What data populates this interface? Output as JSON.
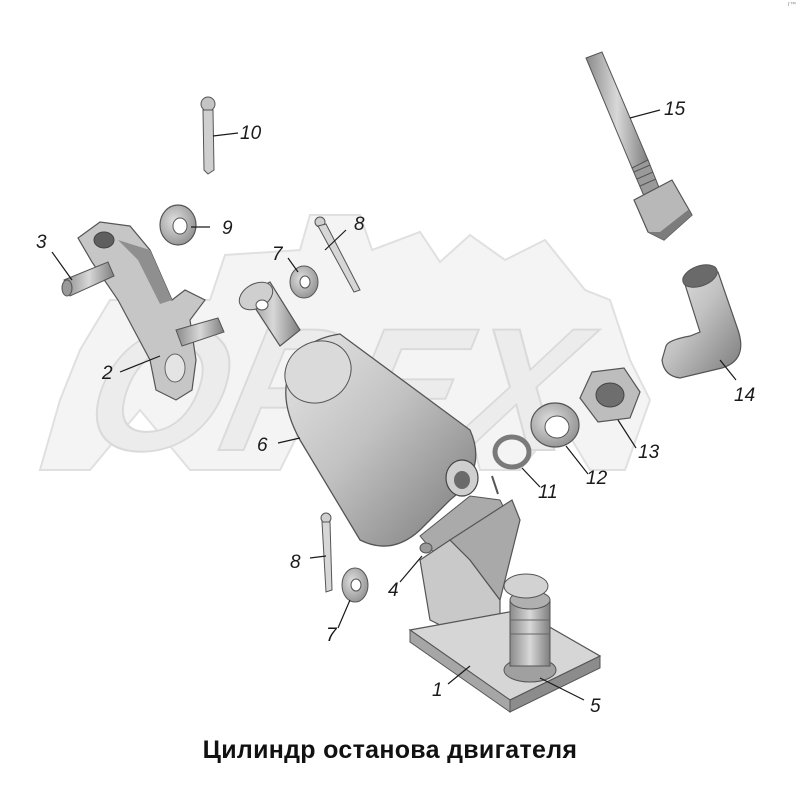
{
  "caption": "Цилиндр останова двигателя",
  "watermark": "OPEX",
  "corner_mark": "г™",
  "colors": {
    "part_light": "#d4d4d4",
    "part_mid": "#a9a9a9",
    "part_dark": "#707070",
    "outline": "#555555",
    "watermark_fill": "#efefef",
    "watermark_stroke": "#dcdcdc"
  },
  "callouts": [
    {
      "id": "1",
      "label": "1"
    },
    {
      "id": "2",
      "label": "2"
    },
    {
      "id": "3",
      "label": "3"
    },
    {
      "id": "4",
      "label": "4"
    },
    {
      "id": "5",
      "label": "5"
    },
    {
      "id": "6",
      "label": "6"
    },
    {
      "id": "7a",
      "label": "7"
    },
    {
      "id": "7b",
      "label": "7"
    },
    {
      "id": "8a",
      "label": "8"
    },
    {
      "id": "8b",
      "label": "8"
    },
    {
      "id": "9",
      "label": "9"
    },
    {
      "id": "10",
      "label": "10"
    },
    {
      "id": "11",
      "label": "11"
    },
    {
      "id": "12",
      "label": "12"
    },
    {
      "id": "13",
      "label": "13"
    },
    {
      "id": "14",
      "label": "14"
    },
    {
      "id": "15",
      "label": "15"
    }
  ]
}
